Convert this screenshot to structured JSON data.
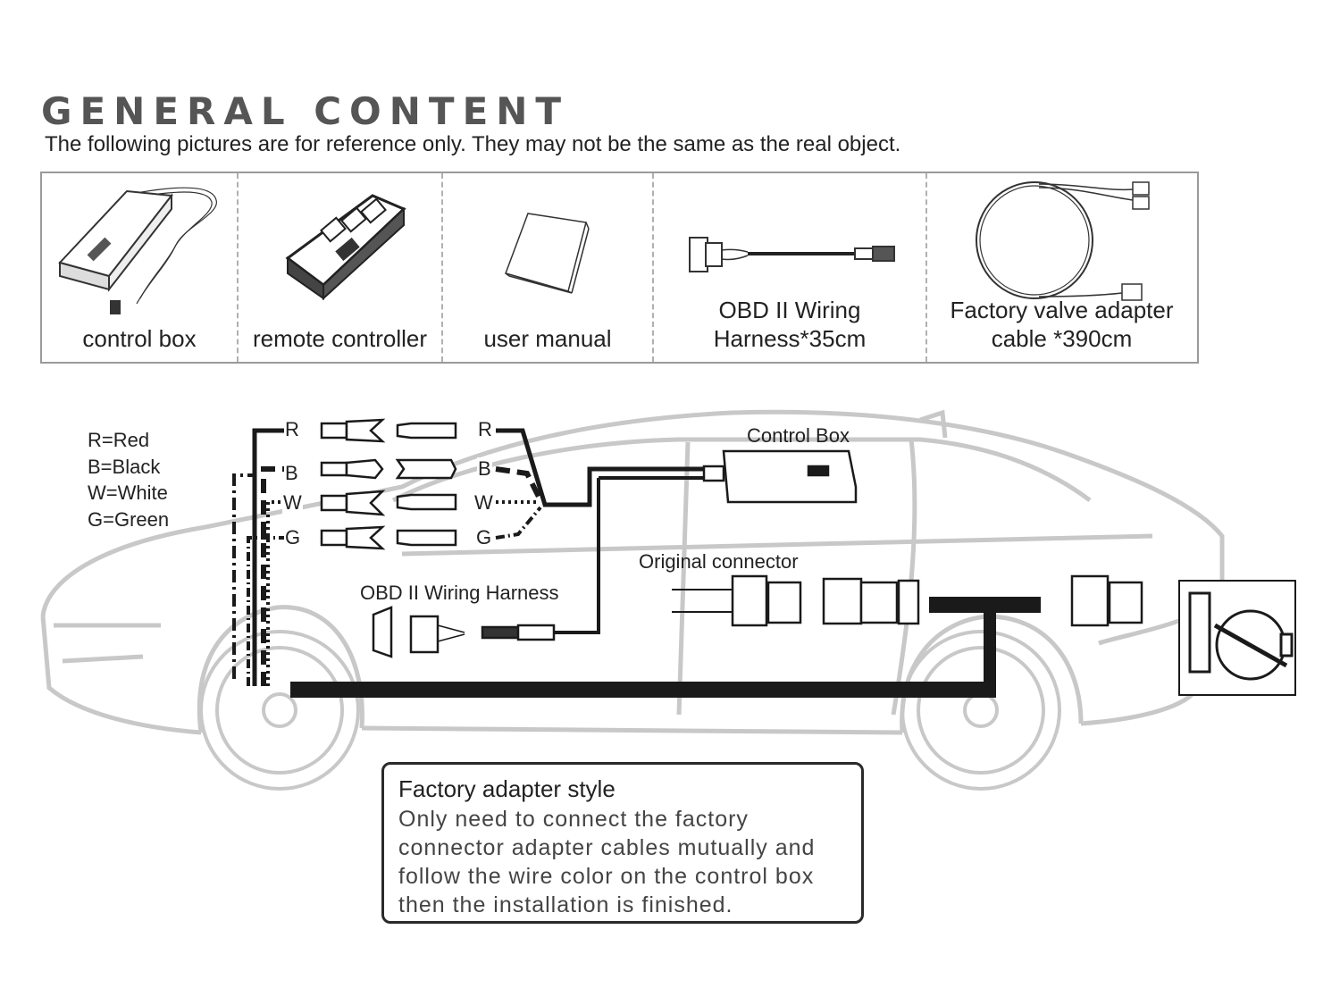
{
  "header": {
    "title": "GENERAL CONTENT",
    "subtitle": "The following pictures are for reference only. They may not be the same as the real object."
  },
  "contents": [
    {
      "label": "control box",
      "icon": "control-box-icon"
    },
    {
      "label": "remote controller",
      "icon": "remote-controller-icon"
    },
    {
      "label": "user manual",
      "icon": "user-manual-icon"
    },
    {
      "label": "OBD II Wiring\nHarness*35cm",
      "icon": "obd-harness-icon"
    },
    {
      "label": "Factory valve adapter\ncable *390cm",
      "icon": "valve-adapter-cable-icon"
    }
  ],
  "legend": [
    "R=Red",
    "B=Black",
    "W=White",
    "G=Green"
  ],
  "diagram": {
    "control_box_label": "Control Box",
    "obd_label": "OBD II Wiring Harness",
    "original_connector_label": "Original connector",
    "wire_letters": [
      "R",
      "B",
      "W",
      "G"
    ]
  },
  "note": {
    "title": "Factory adapter style",
    "body": "Only need to connect the factory connector adapter cables mutually and follow the wire color on the control box then the installation is finished."
  },
  "colors": {
    "car_outline": "#c8c8c8",
    "wire": "#1a1a1a",
    "title": "#555555"
  }
}
